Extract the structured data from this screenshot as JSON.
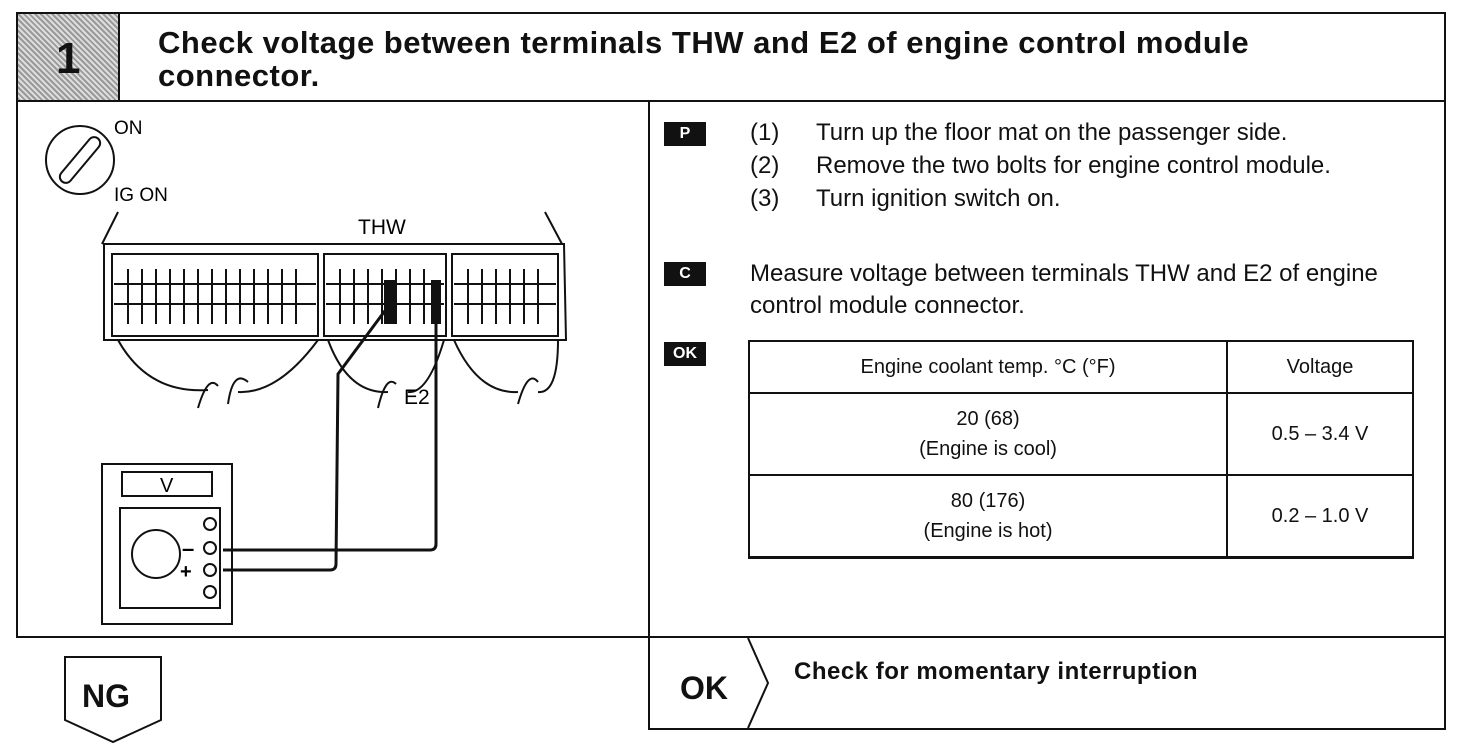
{
  "header": {
    "step_number": "1",
    "title": "Check voltage between terminals THW and E2 of engine control module connector."
  },
  "diagram": {
    "switch_on_label": "ON",
    "switch_ig_label": "IG ON",
    "thw_label": "THW",
    "e2_label": "E2",
    "meter_label": "V",
    "minus_label": "–",
    "plus_label": "+"
  },
  "procedure": {
    "prep_tag": "P",
    "steps": [
      {
        "num": "(1)",
        "text": "Turn up the floor mat on the passenger side."
      },
      {
        "num": "(2)",
        "text": "Remove the two bolts for engine control module."
      },
      {
        "num": "(3)",
        "text": "Turn ignition switch on."
      }
    ],
    "check_tag": "C",
    "measure_text": "Measure voltage between terminals THW and E2 of engine control module connector.",
    "ok_tag": "OK"
  },
  "spec_table": {
    "headers": [
      "Engine coolant temp. °C (°F)",
      "Voltage"
    ],
    "rows": [
      {
        "temp": "20 (68)",
        "condition": "(Engine is cool)",
        "voltage": "0.5 – 3.4 V"
      },
      {
        "temp": "80 (176)",
        "condition": "(Engine is hot)",
        "voltage": "0.2 – 1.0 V"
      }
    ]
  },
  "result": {
    "ng_label": "NG",
    "ok_label": "OK",
    "ok_action": "Check for momentary interruption"
  }
}
